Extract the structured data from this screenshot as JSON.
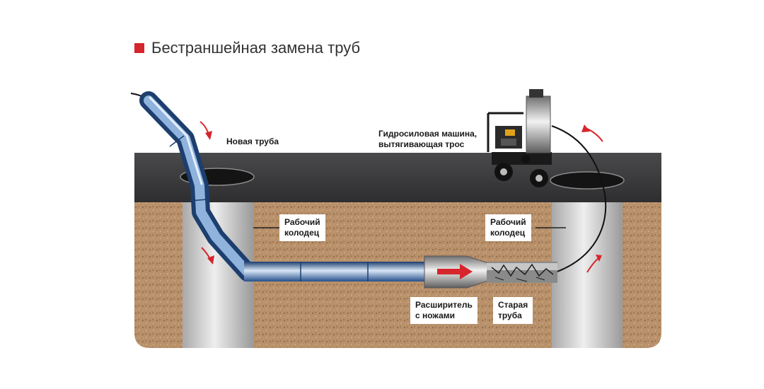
{
  "title": "Бестраншейная замена труб",
  "colors": {
    "accent": "#d6252c",
    "surface": "#3c3c3e",
    "soil": "#b8906a",
    "new_pipe": "#3f6fa8",
    "well": "#d9d9d9"
  },
  "labels": {
    "new_pipe": "Новая труба",
    "machine_line1": "Гидросиловая машина,",
    "machine_line2": "вытягивающая трос",
    "well_left_line1": "Рабочий",
    "well_left_line2": "колодец",
    "well_right_line1": "Рабочий",
    "well_right_line2": "колодец",
    "expander_line1": "Расширитель",
    "expander_line2": "с ножами",
    "old_pipe_line1": "Старая",
    "old_pipe_line2": "труба"
  }
}
